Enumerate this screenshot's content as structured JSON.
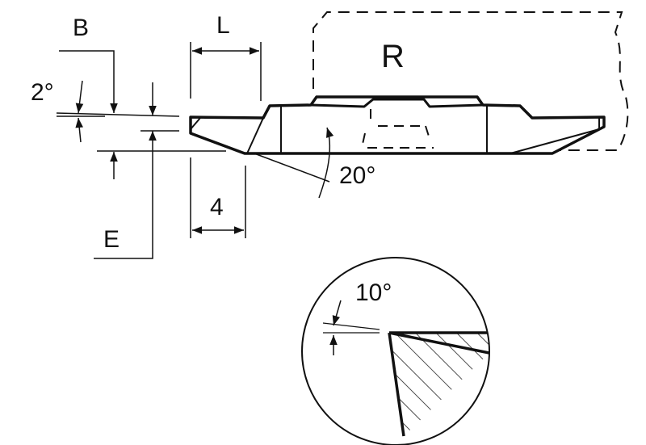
{
  "labels": {
    "B": "B",
    "L": "L",
    "R": "R",
    "angle_2": "2°",
    "angle_20": "20°",
    "angle_10": "10°",
    "dim_4": "4",
    "E": "E"
  },
  "colors": {
    "line": "#111111",
    "background": "#ffffff"
  }
}
